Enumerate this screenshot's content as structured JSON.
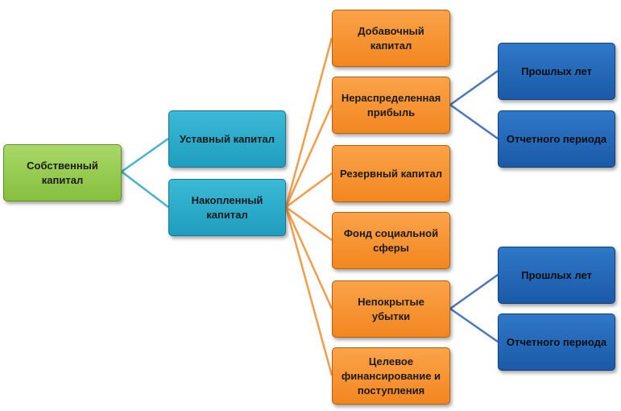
{
  "diagram": {
    "colors": {
      "root": "#8cc63f",
      "level1": "#27a7c8",
      "level2": "#f68b1f",
      "level3": "#1f63b5",
      "line_teal": "#4ab3cc",
      "line_orange": "#f39c4a",
      "line_blue": "#4a78b8"
    },
    "root": {
      "label": "Собственный капитал",
      "children": [
        {
          "label": "Уставный капитал",
          "children": []
        },
        {
          "label": "Накопленный капитал",
          "children": [
            {
              "label": "Добавочный капитал",
              "children": []
            },
            {
              "label": "Нераспределенная прибыль",
              "children": [
                {
                  "label": "Прошлых лет"
                },
                {
                  "label": "Отчетного периода"
                }
              ]
            },
            {
              "label": "Резервный капитал",
              "children": []
            },
            {
              "label": "Фонд социальной сферы",
              "children": []
            },
            {
              "label": "Непокрытые убытки",
              "children": [
                {
                  "label": "Прошлых лет"
                },
                {
                  "label": "Отчетного периода"
                }
              ]
            },
            {
              "label": "Целевое финансирование и поступления",
              "children": []
            }
          ]
        }
      ]
    }
  }
}
